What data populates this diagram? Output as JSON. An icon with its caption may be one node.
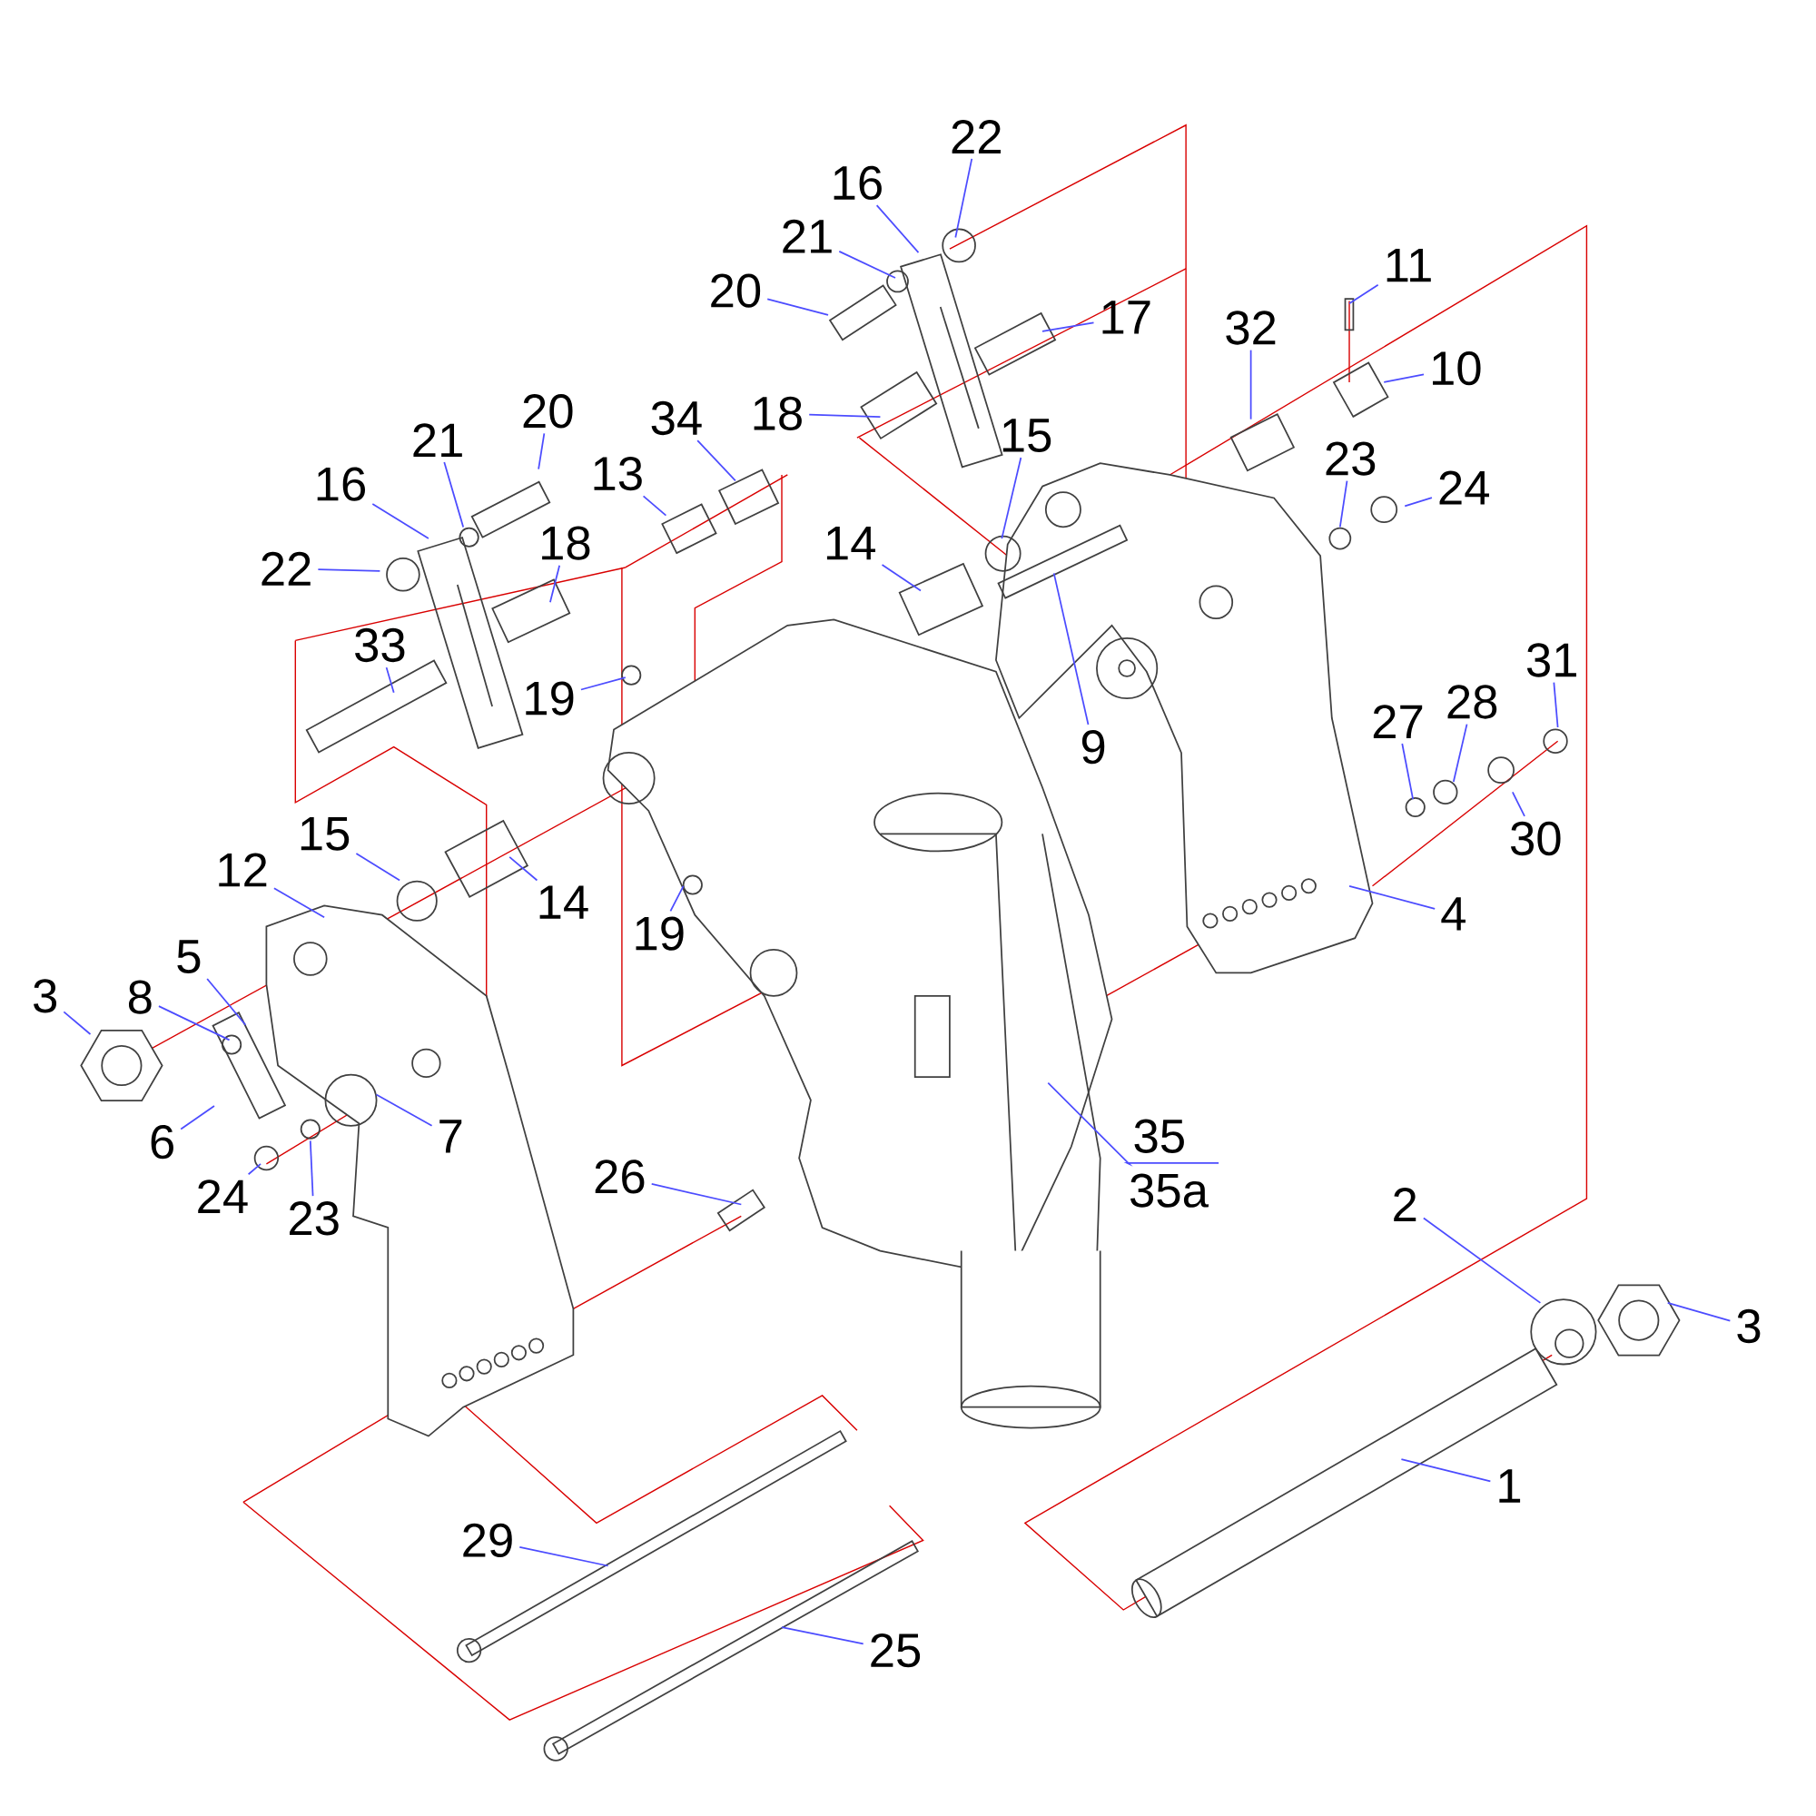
{
  "diagram": {
    "nodes": [
      {
        "text": [
          "22"
        ]
      },
      {
        "text": [
          "16"
        ]
      },
      {
        "text": [
          "21"
        ]
      },
      {
        "text": [
          "20"
        ]
      },
      {
        "text": [
          "17"
        ]
      },
      {
        "text": [
          "11"
        ]
      },
      {
        "text": [
          "32"
        ]
      },
      {
        "text": [
          "10"
        ]
      },
      {
        "text": [
          "18"
        ]
      },
      {
        "text": [
          "15"
        ]
      },
      {
        "text": [
          "20"
        ]
      },
      {
        "text": [
          "34"
        ]
      },
      {
        "text": [
          "21"
        ]
      },
      {
        "text": [
          "13"
        ]
      },
      {
        "text": [
          "23"
        ]
      },
      {
        "text": [
          "24"
        ]
      },
      {
        "text": [
          "16"
        ]
      },
      {
        "text": [
          "18"
        ]
      },
      {
        "text": [
          "14"
        ]
      },
      {
        "text": [
          "22"
        ]
      },
      {
        "text": [
          "33"
        ]
      },
      {
        "text": [
          "19"
        ]
      },
      {
        "text": [
          "9"
        ]
      },
      {
        "text": [
          "31"
        ]
      },
      {
        "text": [
          "27"
        ]
      },
      {
        "text": [
          "28"
        ]
      },
      {
        "text": [
          "15"
        ]
      },
      {
        "text": [
          "14"
        ]
      },
      {
        "text": [
          "12"
        ]
      },
      {
        "text": [
          "30"
        ]
      },
      {
        "text": [
          "19"
        ]
      },
      {
        "text": [
          "4"
        ]
      },
      {
        "text": [
          "5"
        ]
      },
      {
        "text": [
          "3"
        ]
      },
      {
        "text": [
          "8"
        ]
      },
      {
        "text": [
          "6"
        ]
      },
      {
        "text": [
          "7"
        ]
      },
      {
        "text": [
          "35"
        ]
      },
      {
        "text": [
          "24"
        ]
      },
      {
        "text": [
          "23"
        ]
      },
      {
        "text": [
          "26"
        ]
      },
      {
        "text": [
          "2"
        ]
      },
      {
        "text": [
          "3"
        ]
      },
      {
        "text": [
          "1"
        ]
      },
      {
        "text": [
          "29"
        ]
      },
      {
        "text": [
          "25"
        ]
      }
    ],
    "edges": [
      {
        "from": 0,
        "to": null,
        "arrow": "none"
      },
      {
        "from": 1,
        "to": null,
        "arrow": "none"
      },
      {
        "from": 2,
        "to": null,
        "arrow": "none"
      },
      {
        "from": 3,
        "to": null,
        "arrow": "none"
      },
      {
        "from": 4,
        "to": null,
        "arrow": "none"
      },
      {
        "from": 5,
        "to": null,
        "arrow": "none"
      },
      {
        "from": 6,
        "to": null,
        "arrow": "none"
      },
      {
        "from": 7,
        "to": null,
        "arrow": "none"
      },
      {
        "from": 8,
        "to": null,
        "arrow": "none"
      },
      {
        "from": 9,
        "to": null,
        "arrow": "none"
      },
      {
        "from": 10,
        "to": null,
        "arrow": "none"
      },
      {
        "from": 11,
        "to": null,
        "arrow": "none"
      },
      {
        "from": 12,
        "to": null,
        "arrow": "none"
      },
      {
        "from": 13,
        "to": null,
        "arrow": "none"
      },
      {
        "from": 14,
        "to": null,
        "arrow": "none"
      },
      {
        "from": 15,
        "to": null,
        "arrow": "none"
      },
      {
        "from": 16,
        "to": null,
        "arrow": "none"
      },
      {
        "from": 17,
        "to": null,
        "arrow": "none"
      },
      {
        "from": 18,
        "to": null,
        "arrow": "none"
      },
      {
        "from": 19,
        "to": null,
        "arrow": "none"
      },
      {
        "from": 20,
        "to": null,
        "arrow": "none"
      },
      {
        "from": 21,
        "to": null,
        "arrow": "none"
      },
      {
        "from": 22,
        "to": null,
        "arrow": "none"
      },
      {
        "from": 23,
        "to": null,
        "arrow": "none"
      },
      {
        "from": 24,
        "to": null,
        "arrow": "none"
      },
      {
        "from": 25,
        "to": null,
        "arrow": "none"
      },
      {
        "from": 26,
        "to": null,
        "arrow": "none"
      },
      {
        "from": 27,
        "to": null,
        "arrow": "none"
      },
      {
        "from": 28,
        "to": null,
        "arrow": "none"
      },
      {
        "from": 29,
        "to": null,
        "arrow": "none"
      },
      {
        "from": 30,
        "to": null,
        "arrow": "none"
      },
      {
        "from": 31,
        "to": null,
        "arrow": "none"
      },
      {
        "from": 32,
        "to": null,
        "arrow": "none"
      },
      {
        "from": 33,
        "to": null,
        "arrow": "none"
      },
      {
        "from": 34,
        "to": null,
        "arrow": "none"
      },
      {
        "from": 35,
        "to": null,
        "arrow": "none"
      },
      {
        "from": 36,
        "to": null,
        "arrow": "none"
      },
      {
        "from": 37,
        "to": null,
        "arrow": "none"
      },
      {
        "from": 38,
        "to": null,
        "arrow": "none"
      },
      {
        "from": 39,
        "to": null,
        "arrow": "none"
      },
      {
        "from": 40,
        "to": null,
        "arrow": "none"
      },
      {
        "from": 41,
        "to": null,
        "arrow": "none"
      },
      {
        "from": 42,
        "to": null,
        "arrow": "none"
      },
      {
        "from": 43,
        "to": null,
        "arrow": "none"
      },
      {
        "from": 44,
        "to": null,
        "arrow": "none"
      },
      {
        "from": 45,
        "to": null,
        "arrow": "none"
      }
    ],
    "labels": [
      "35a"
    ]
  }
}
